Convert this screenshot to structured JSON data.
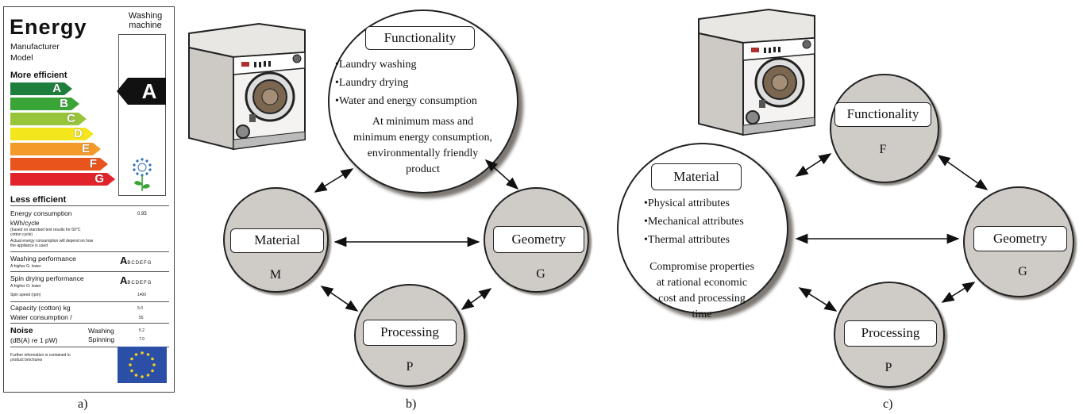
{
  "label": {
    "title": "Energy",
    "appliance": "Washing\nmachine",
    "manufacturer": "Manufacturer",
    "model": "Model",
    "more_efficient": "More efficient",
    "less_efficient": "Less efficient",
    "rating_arrow": "A",
    "classes": [
      {
        "letter": "A",
        "color": "#1e7f3c"
      },
      {
        "letter": "B",
        "color": "#3aa537"
      },
      {
        "letter": "C",
        "color": "#98c43c"
      },
      {
        "letter": "D",
        "color": "#f4e61d"
      },
      {
        "letter": "E",
        "color": "#f39a2a"
      },
      {
        "letter": "F",
        "color": "#e9541d"
      },
      {
        "letter": "G",
        "color": "#e1232a"
      }
    ],
    "energy_consumption": "Energy consumption",
    "kwh_cycle": "kWh/cycle",
    "kwh_note": "(based on standard test results for 60°C cotton cycle)",
    "actual_note": "Actual energy consumption will depend on how the appliance is used",
    "energy_value": "0.95",
    "washing_performance": "Washing performance",
    "wash_scale_note": "A:higher  G: lower",
    "scale_big": "A",
    "scale_small": "BCDEFG",
    "spin_drying": "Spin drying performance",
    "spin_scale_note": "A:higher  G: lower",
    "spin_speed": "Spin speed (rpm)",
    "spin_speed_value": "1400",
    "capacity": "Capacity (cotton) kg",
    "capacity_value": "5.0",
    "water": "Water consumption /",
    "water_value": "55",
    "noise": "Noise",
    "noise_unit": "(dB(A) re 1 pW)",
    "noise_washing": "Washing",
    "noise_spinning": "Spinning",
    "noise_washing_value": "5.2",
    "noise_spinning_value": "7.0",
    "further_info": "Further information is contained in product brochures"
  },
  "panel_b": {
    "functionality_title": "Functionality",
    "functionality_items": [
      "Laundry washing",
      "Laundry drying",
      "Water and energy consumption"
    ],
    "functionality_goal": [
      "At minimum mass and",
      "minimum energy consumption,",
      "environmentally friendly",
      "product"
    ],
    "material": "Material",
    "material_letter": "M",
    "geometry": "Geometry",
    "geometry_letter": "G",
    "processing": "Processing",
    "processing_letter": "P"
  },
  "panel_c": {
    "functionality": "Functionality",
    "functionality_letter": "F",
    "material_title": "Material",
    "material_items": [
      "Physical attributes",
      "Mechanical attributes",
      "Thermal attributes"
    ],
    "material_goal": [
      "Compromise properties",
      "at rational economic",
      "cost and processing",
      "time"
    ],
    "geometry": "Geometry",
    "geometry_letter": "G",
    "processing": "Processing",
    "processing_letter": "P"
  },
  "captions": {
    "a": "a)",
    "b": "b)",
    "c": "c)"
  }
}
